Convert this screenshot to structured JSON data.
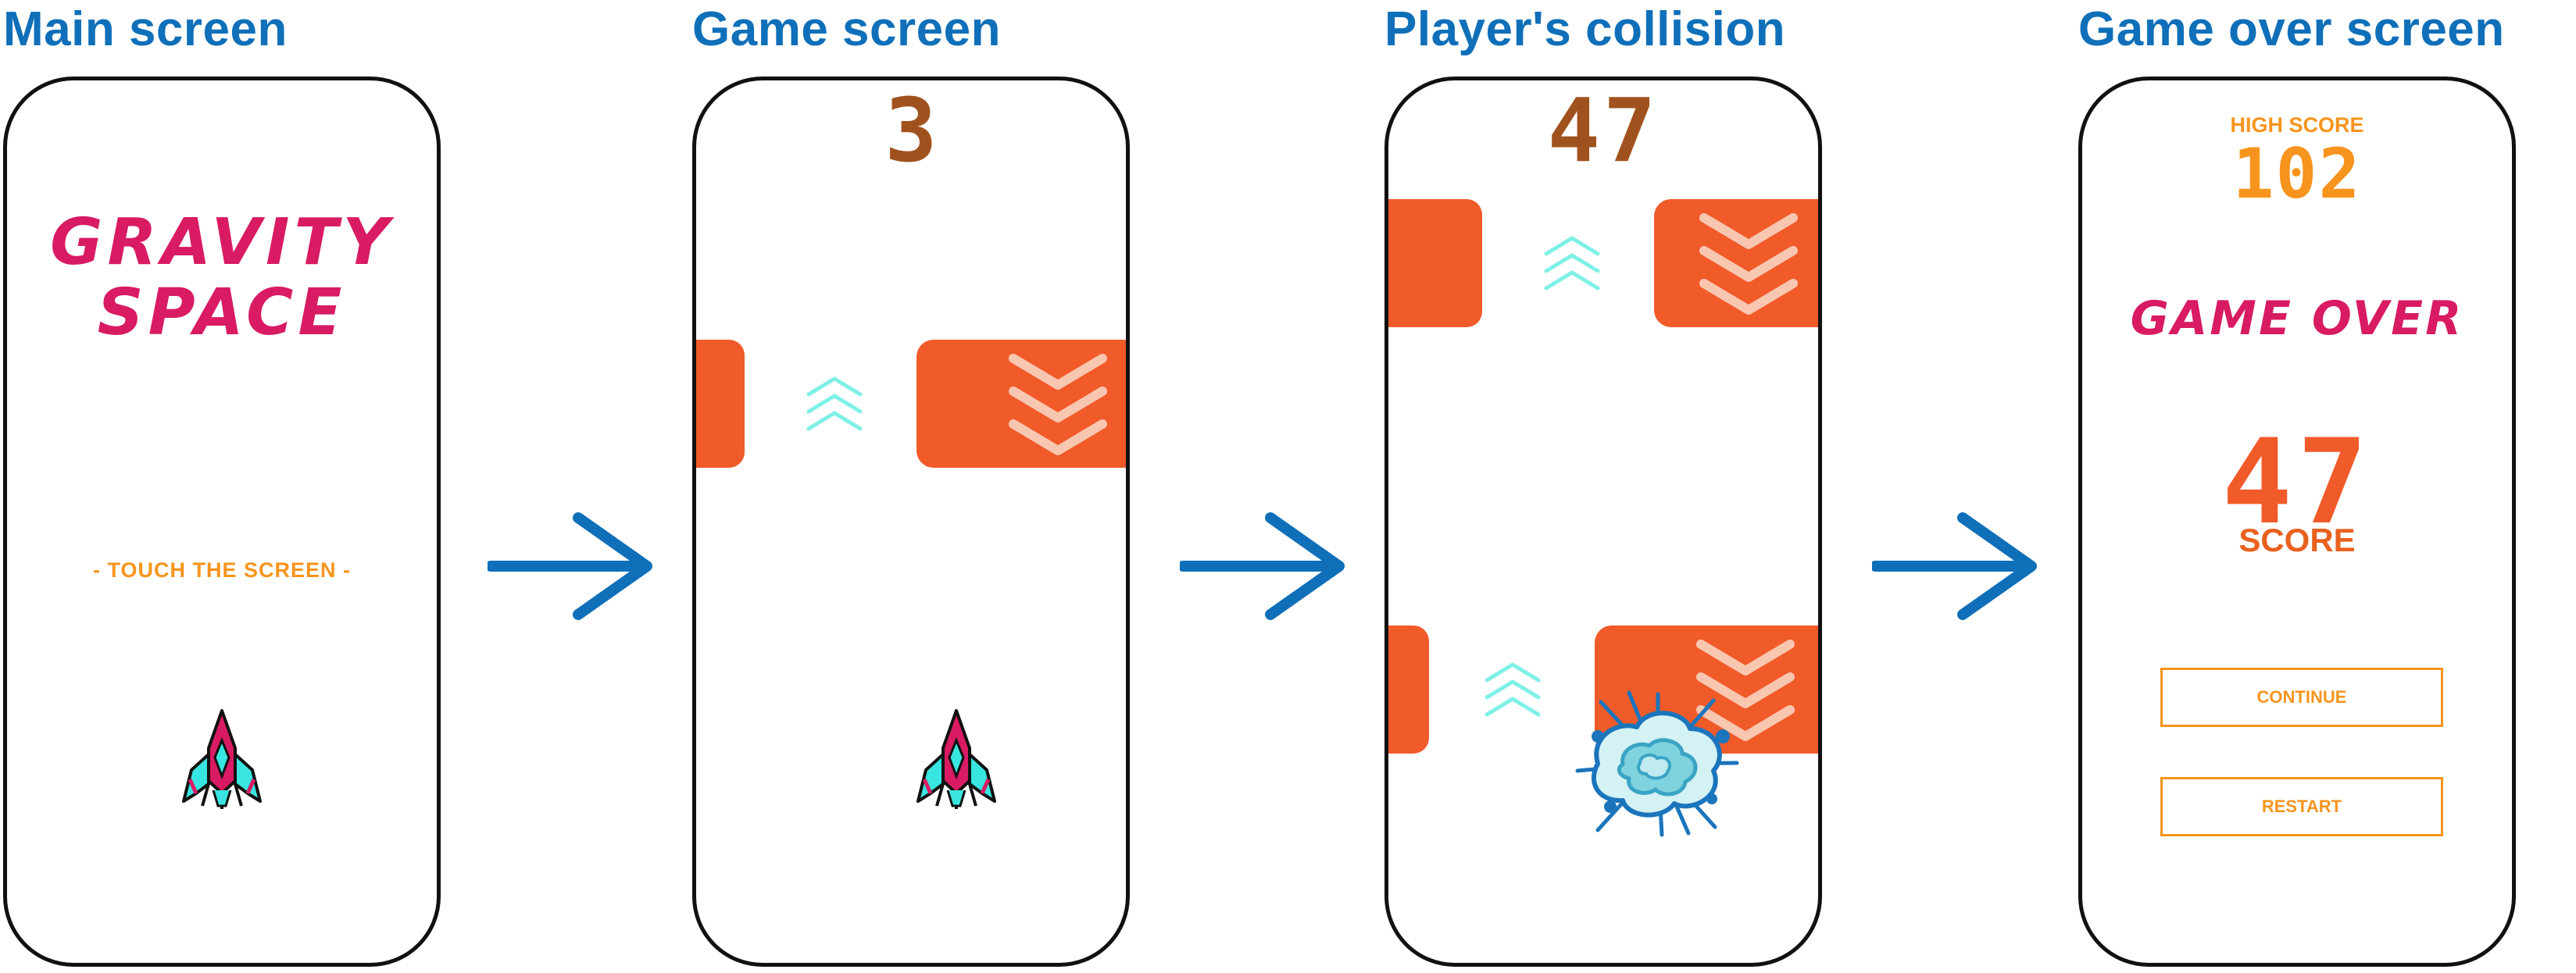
{
  "screens": [
    {
      "title": "Main screen",
      "logo_line1": "GRAVITY",
      "logo_line2": "SPACE",
      "hint": "- TOUCH THE SCREEN -"
    },
    {
      "title": "Game screen",
      "score": "3"
    },
    {
      "title": "Player's collision",
      "score": "47"
    },
    {
      "title": "Game over screen",
      "high_score_label": "HIGH SCORE",
      "high_score": "102",
      "game_over": "GAME OVER",
      "score": "47",
      "score_label": "SCORE",
      "continue_label": "CONTINUE",
      "restart_label": "RESTART"
    }
  ],
  "colors": {
    "title": "#0f6fb9",
    "logo": "#d81b63",
    "accent_orange": "#f7941d",
    "block": "#f15a29",
    "score_brown": "#a0521e",
    "arrow": "#0f6fb9",
    "booster": "#7ff0e6"
  },
  "icons": [
    "spaceship-icon",
    "chevron-up-icon",
    "chevron-down-icon",
    "explosion-icon",
    "arrow-right-icon"
  ]
}
